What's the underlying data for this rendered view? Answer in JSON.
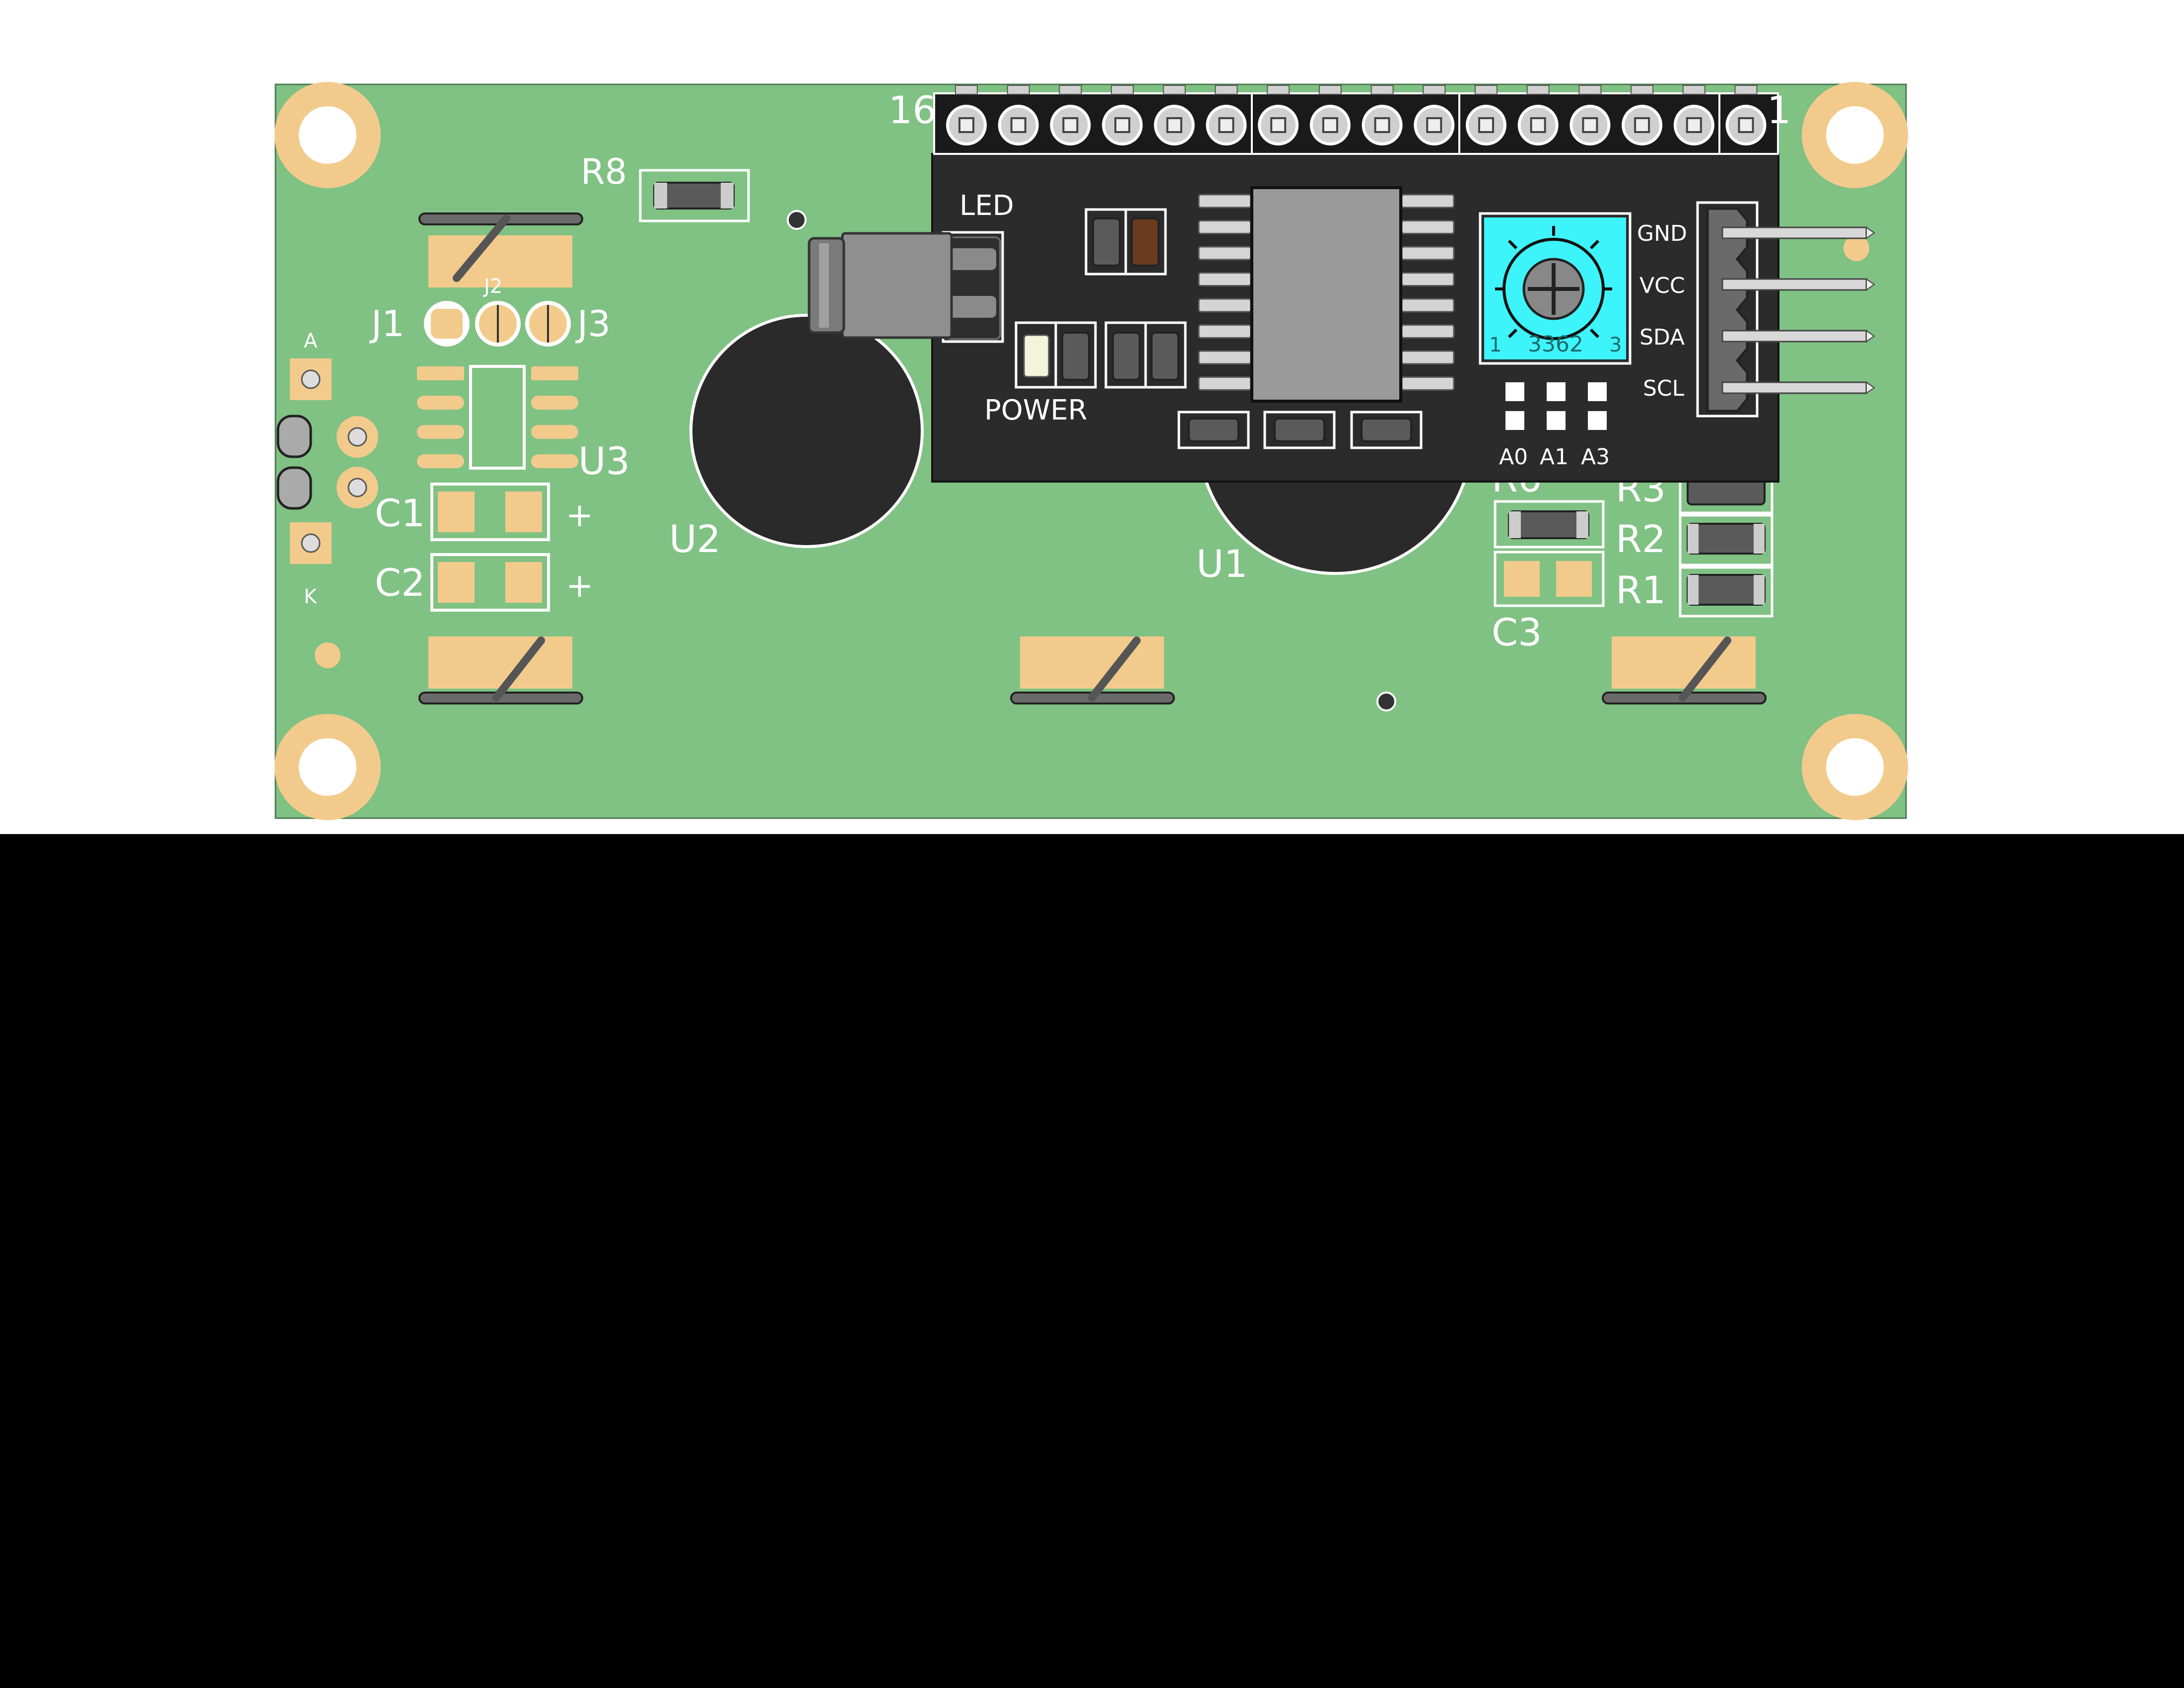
{
  "colors": {
    "board": "#80c184",
    "pad": "#f2cb8c",
    "backpack": "#2b2b2b",
    "pot": "#3ef4fb",
    "silk": "#ffffff",
    "chip": "#9a9a9a",
    "blob": "#2a2a2a"
  },
  "labels": {
    "r8": "R8",
    "j1": "J1",
    "j2": "J2",
    "j3": "J3",
    "u3": "U3",
    "c1": "C1",
    "c2": "C2",
    "c1_plus": "+",
    "c2_plus": "+",
    "u2": "U2",
    "u1": "U1",
    "c3": "C3",
    "r6": "R6",
    "r3": "R3",
    "r2": "R2",
    "r1": "R1",
    "pin_a": "A",
    "pin_k": "K",
    "led": "LED",
    "power": "POWER",
    "pin16": "16",
    "pin1": "1",
    "gnd": "GND",
    "vcc": "VCC",
    "sda": "SDA",
    "scl": "SCL",
    "pot_model": "3362",
    "pot_pin1": "1",
    "pot_pin3": "3",
    "a0": "A0",
    "a1": "A1",
    "a3": "A3"
  },
  "header_pin_count": 16,
  "i2c_pin_count": 4
}
